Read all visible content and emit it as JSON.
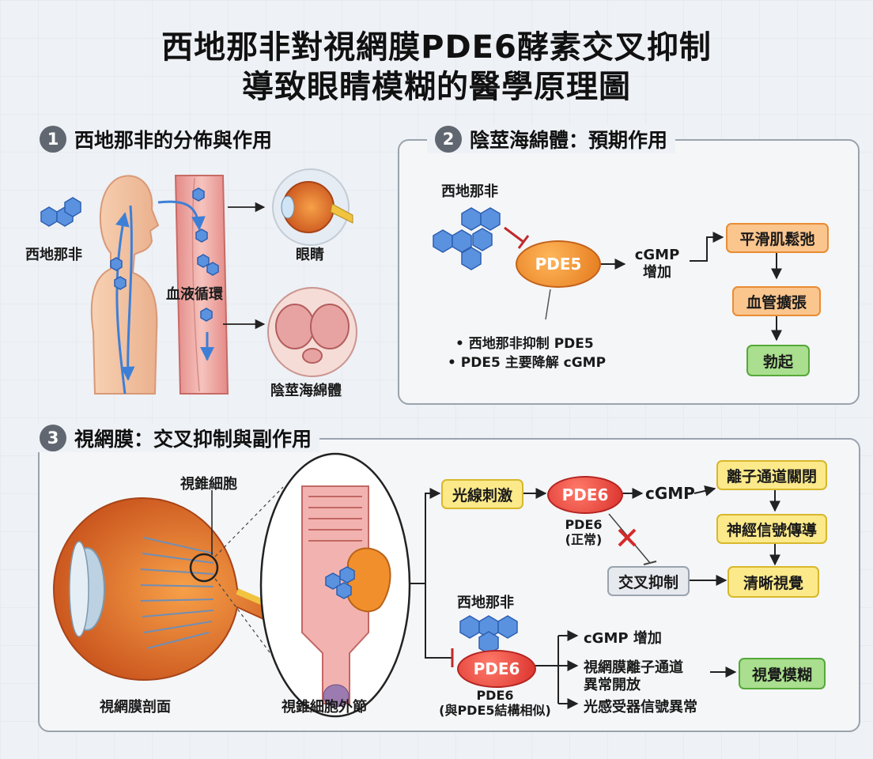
{
  "title": {
    "line1": "西地那非對視網膜PDE6酵素交叉抑制",
    "line2": "導致眼睛模糊的醫學原理圖"
  },
  "section1": {
    "number": "1",
    "heading": "西地那非的分佈與作用",
    "drug_label": "西地那非",
    "blood_label": "血液循環",
    "eye_label": "眼睛",
    "penis_label": "陰莖海綿體"
  },
  "section2": {
    "number": "2",
    "heading": "陰莖海綿體：預期作用",
    "drug_label": "西地那非",
    "enzyme": "PDE5",
    "cgmp_line1": "cGMP",
    "cgmp_line2": "增加",
    "notes": [
      "• 西地那非抑制 PDE5",
      "• PDE5 主要降解 cGMP"
    ],
    "flow": [
      "平滑肌鬆弛",
      "血管擴張",
      "勃起"
    ]
  },
  "section3": {
    "number": "3",
    "heading": "視網膜：交叉抑制與副作用",
    "cone_label": "視錐細胞",
    "retina_label": "視網膜剖面",
    "outer_segment_label": "視錐細胞外節",
    "normal": {
      "stimulus": "光線刺激",
      "enzyme": "PDE6",
      "enzyme_caption1": "PDE6",
      "enzyme_caption2": "(正常)",
      "cgmp": "cGMP",
      "flow": [
        "離子通道關閉",
        "神經信號傳導",
        "清晰視覺"
      ],
      "cross": "交叉抑制"
    },
    "drug": {
      "label": "西地那非",
      "enzyme": "PDE6",
      "enzyme_caption1": "PDE6",
      "enzyme_caption2": "(與PDE5結構相似)",
      "effects": [
        "cGMP 增加",
        "視網膜離子通道",
        "異常開放",
        "光感受器信號異常"
      ],
      "result": "視覺模糊"
    }
  },
  "colors": {
    "orange": "#fbc58e",
    "yellow": "#fbe98a",
    "green": "#a9df8e",
    "red": "#d9302b",
    "blue": "#3d7fd6"
  }
}
